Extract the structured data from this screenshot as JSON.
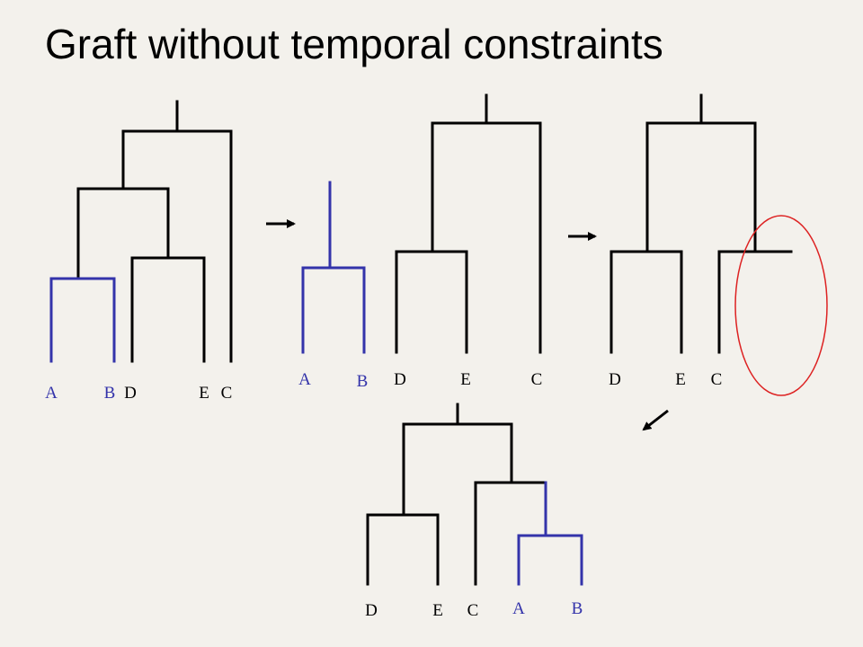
{
  "slide": {
    "title": "Graft without temporal constraints"
  },
  "colors": {
    "background": "#f3f1ec",
    "branch": "#000000",
    "graft": "#3333aa",
    "highlight": "#dd2222"
  },
  "tree1": {
    "labels": {
      "a": "A",
      "b": "B",
      "d": "D",
      "e": "E",
      "c": "C"
    }
  },
  "pruned_subtree": {
    "labels": {
      "a": "A",
      "b": "B"
    }
  },
  "tree2": {
    "labels": {
      "d": "D",
      "e": "E",
      "c": "C"
    }
  },
  "tree3": {
    "labels": {
      "d": "D",
      "e": "E",
      "c": "C"
    }
  },
  "result_tree": {
    "labels": {
      "d": "D",
      "e": "E",
      "c": "C",
      "a": "A",
      "b": "B"
    }
  }
}
